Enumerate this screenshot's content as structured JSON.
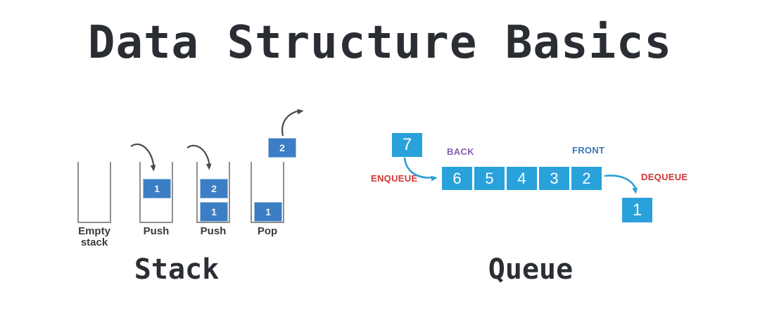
{
  "title": "Data Structure Basics",
  "stack": {
    "section_label": "Stack",
    "steps": [
      {
        "label": "Empty",
        "label2": "stack"
      },
      {
        "label": "Push",
        "box1": "1"
      },
      {
        "label": "Push",
        "box1": "1",
        "box2": "2"
      },
      {
        "label": "Pop",
        "box1": "1",
        "popped": "2"
      }
    ]
  },
  "queue": {
    "section_label": "Queue",
    "back_label": "BACK",
    "front_label": "FRONT",
    "enqueue_label": "ENQUEUE",
    "dequeue_label": "DEQUEUE",
    "incoming_value": "7",
    "outgoing_value": "1",
    "cells": [
      "6",
      "5",
      "4",
      "3",
      "2"
    ]
  },
  "colors": {
    "stack_box_blue": "#3b7ec4",
    "queue_box_cyan": "#29a2db",
    "back_purple": "#8a5db8",
    "front_blue": "#3b76ba",
    "action_red": "#d23434",
    "text_dark": "#2b2e34",
    "container_gray": "#8f8f8f"
  }
}
